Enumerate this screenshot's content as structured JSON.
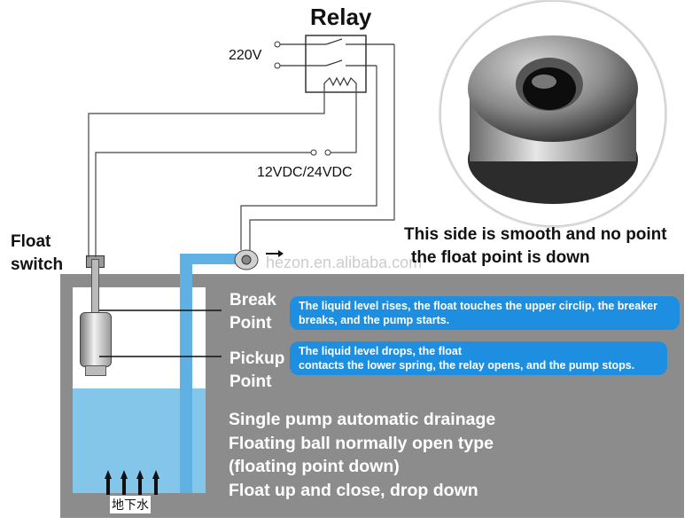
{
  "relay": {
    "title": "Relay"
  },
  "power": {
    "ac_label": "220V",
    "dc_label": "12VDC/24VDC"
  },
  "float_switch": {
    "label_line1": "Float",
    "label_line2": "switch"
  },
  "photo_caption": {
    "line1": "This side is smooth and no point",
    "line2": "the float point is down"
  },
  "watermark": {
    "text": "hezon.en.alibaba.com"
  },
  "break_point": {
    "label_line1": "Break",
    "label_line2": "Point",
    "desc_line1": "The liquid level rises, the float touches the upper circlip, the breaker",
    "desc_line2": "breaks, and the pump starts."
  },
  "pickup_point": {
    "label_line1": "Pickup",
    "label_line2": "Point",
    "desc_line1": "The liquid level drops, the float",
    "desc_line2": "contacts the lower spring, the relay opens, and the pump stops."
  },
  "summary": {
    "line1": "Single pump automatic drainage",
    "line2": "Floating ball normally open type",
    "line3": "(floating point down)",
    "line4": "Float up and close, drop down"
  },
  "ground": {
    "label": "地下水"
  },
  "colors": {
    "panel": "#8c8c8c",
    "water": "#84c6ea",
    "pipe": "#5fb1e4",
    "bubble": "#1e8fe0"
  }
}
